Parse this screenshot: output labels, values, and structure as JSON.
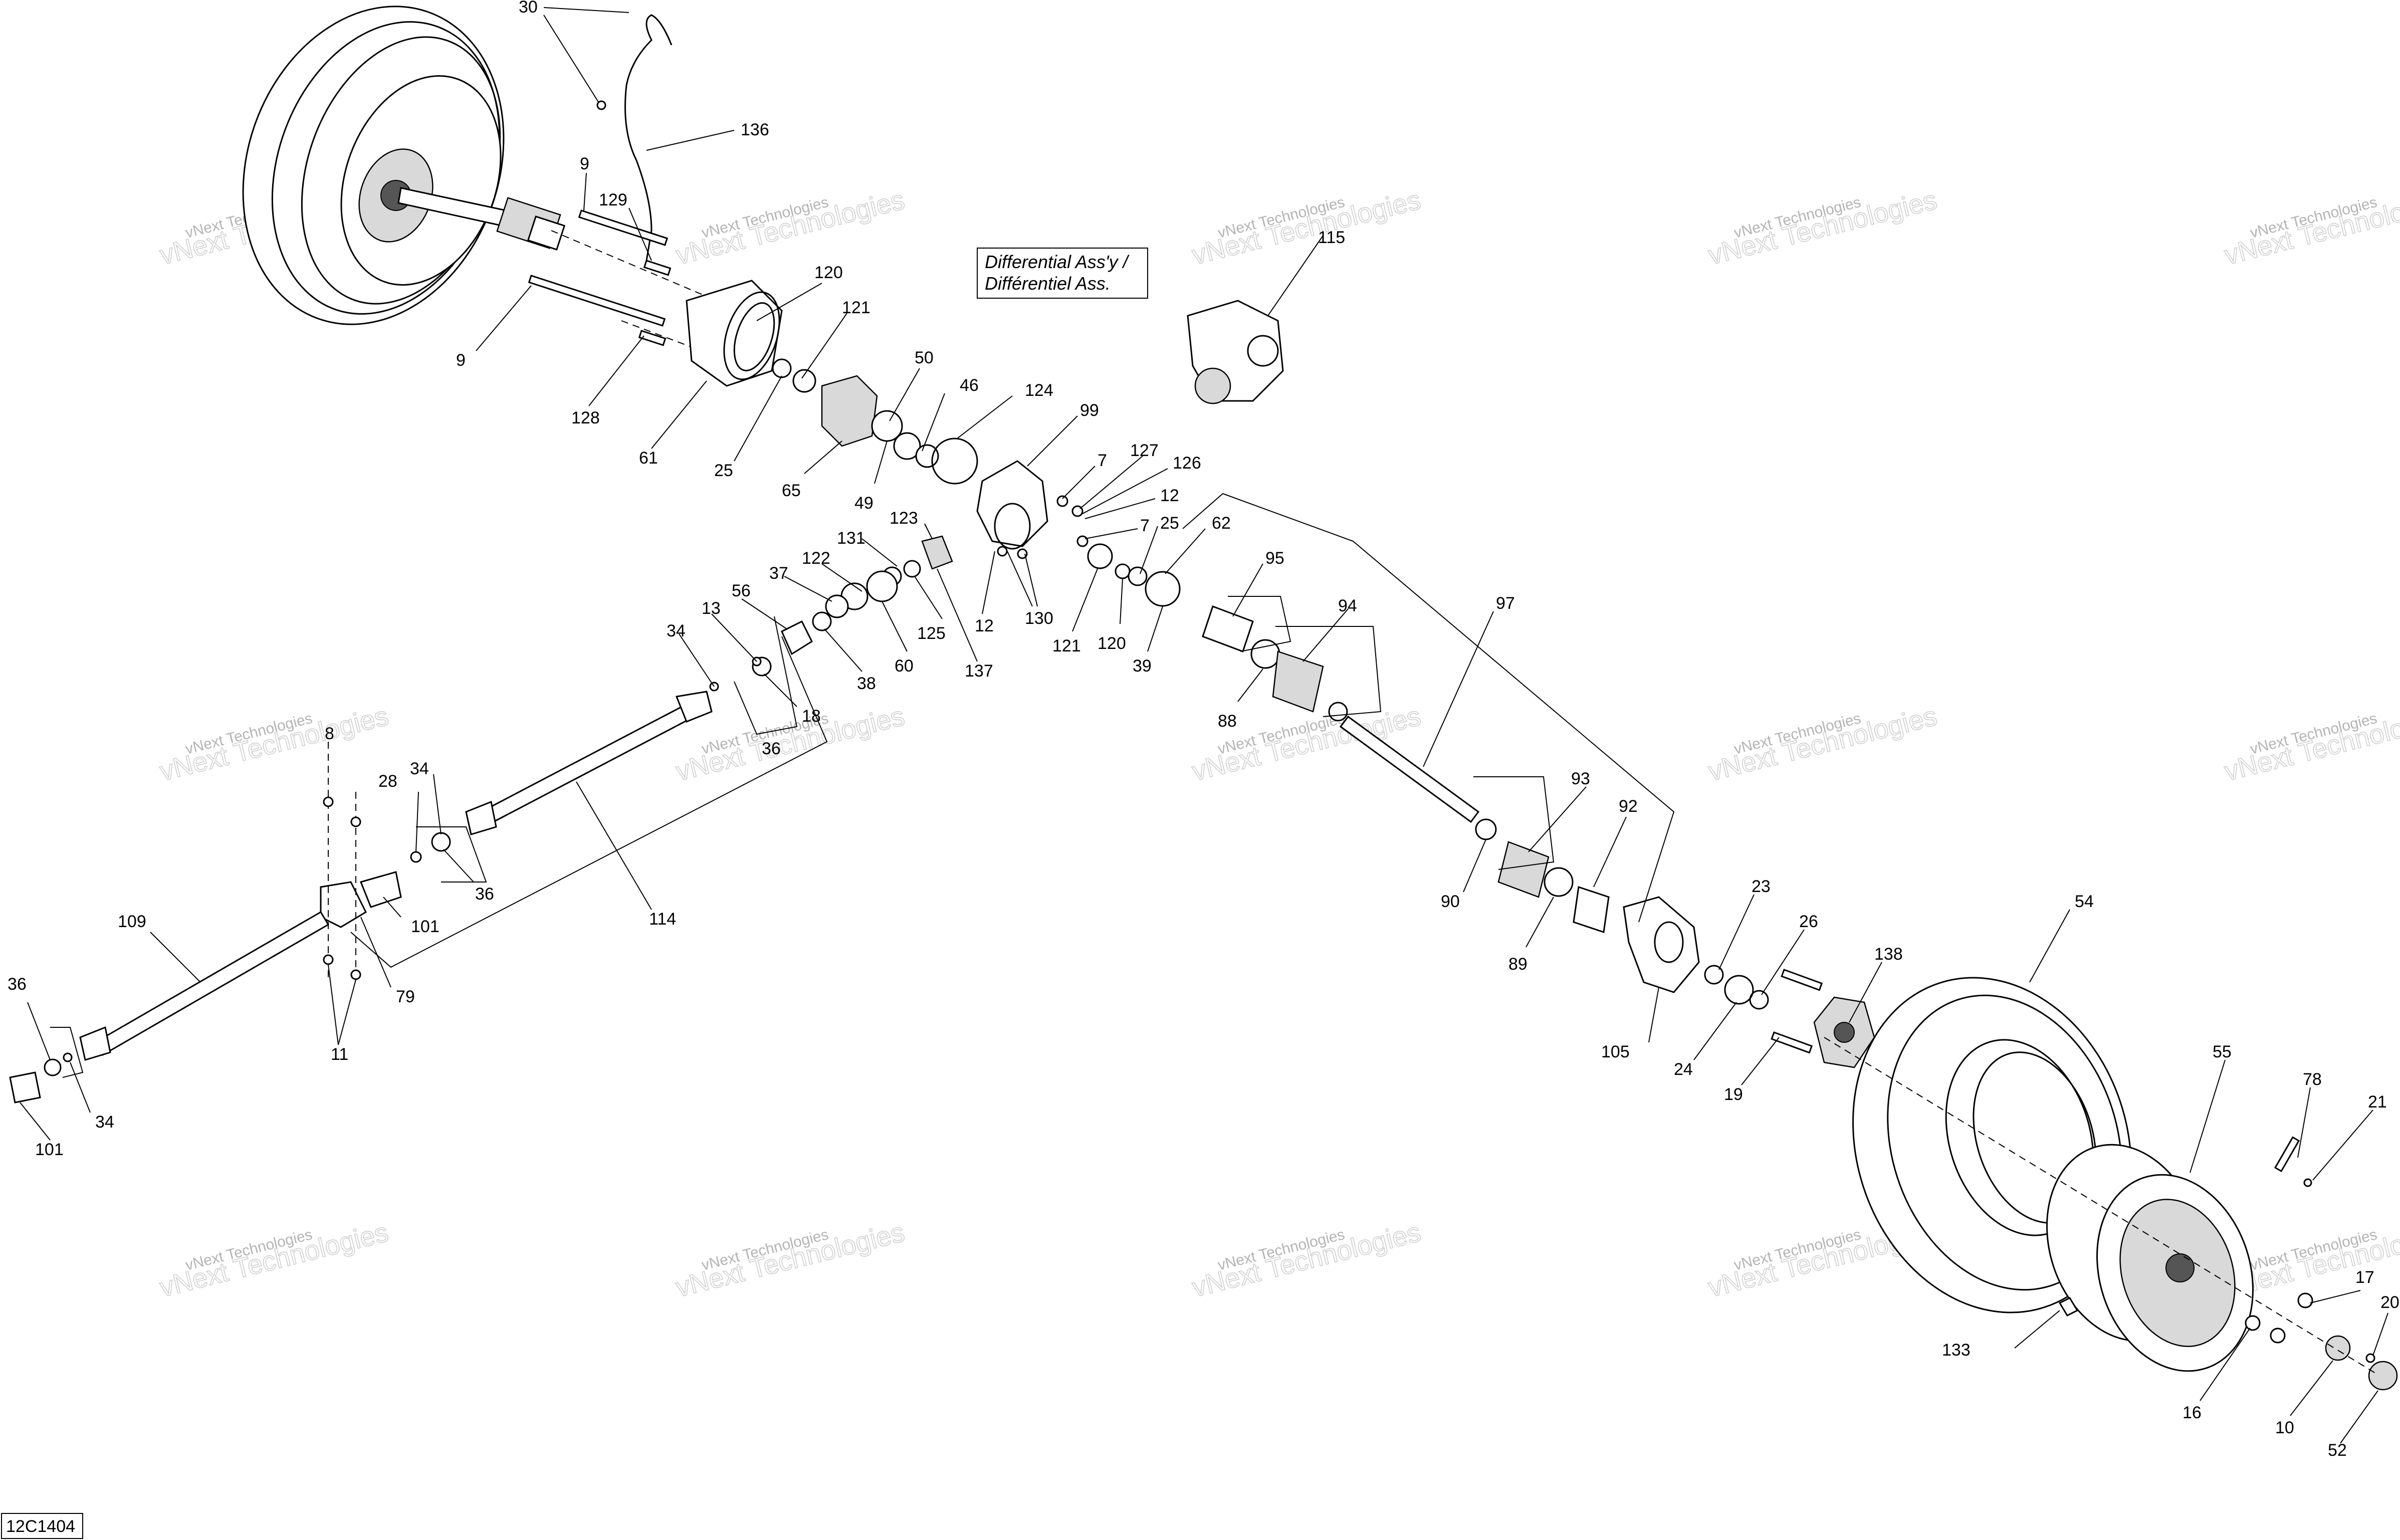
{
  "diagram_code": "12C1404",
  "watermark": {
    "line1": "vNext Technologies",
    "line2": "vNext Technologies"
  },
  "differential_box": {
    "line1": "Differential Ass'y /",
    "line2": "Différentiel Ass."
  },
  "callouts": {
    "c30": "30",
    "c136": "136",
    "c9a": "9",
    "c129": "129",
    "c9b": "9",
    "c115": "115",
    "c120a": "120",
    "c121a": "121",
    "c128": "128",
    "c61": "61",
    "c50": "50",
    "c46": "46",
    "c124": "124",
    "c25a": "25",
    "c65": "65",
    "c49": "49",
    "c99": "99",
    "c7a": "7",
    "c127": "127",
    "c126": "126",
    "c12a": "12",
    "c25b": "25",
    "c62": "62",
    "c7b": "7",
    "c123": "123",
    "c131": "131",
    "c122": "122",
    "c37": "37",
    "c95": "95",
    "c97": "97",
    "c94": "94",
    "c56": "56",
    "c13": "13",
    "c34a": "34",
    "c12b": "12",
    "c130": "130",
    "c125": "125",
    "c121b": "121",
    "c120b": "120",
    "c39": "39",
    "c60": "60",
    "c137": "137",
    "c38": "38",
    "c18": "18",
    "c36a": "36",
    "c88": "88",
    "c8": "8",
    "c28": "28",
    "c34b": "34",
    "c93": "93",
    "c92": "92",
    "c36b": "36",
    "c90": "90",
    "c109": "109",
    "c101a": "101",
    "c114": "114",
    "c89": "89",
    "c23": "23",
    "c54": "54",
    "c26": "26",
    "c79": "79",
    "c138": "138",
    "c36c": "36",
    "c11": "11",
    "c105": "105",
    "c24": "24",
    "c55": "55",
    "c34c": "34",
    "c19": "19",
    "c101b": "101",
    "c78": "78",
    "c21": "21",
    "c17": "17",
    "c20": "20",
    "c133": "133",
    "c16": "16",
    "c10": "10",
    "c52": "52"
  }
}
